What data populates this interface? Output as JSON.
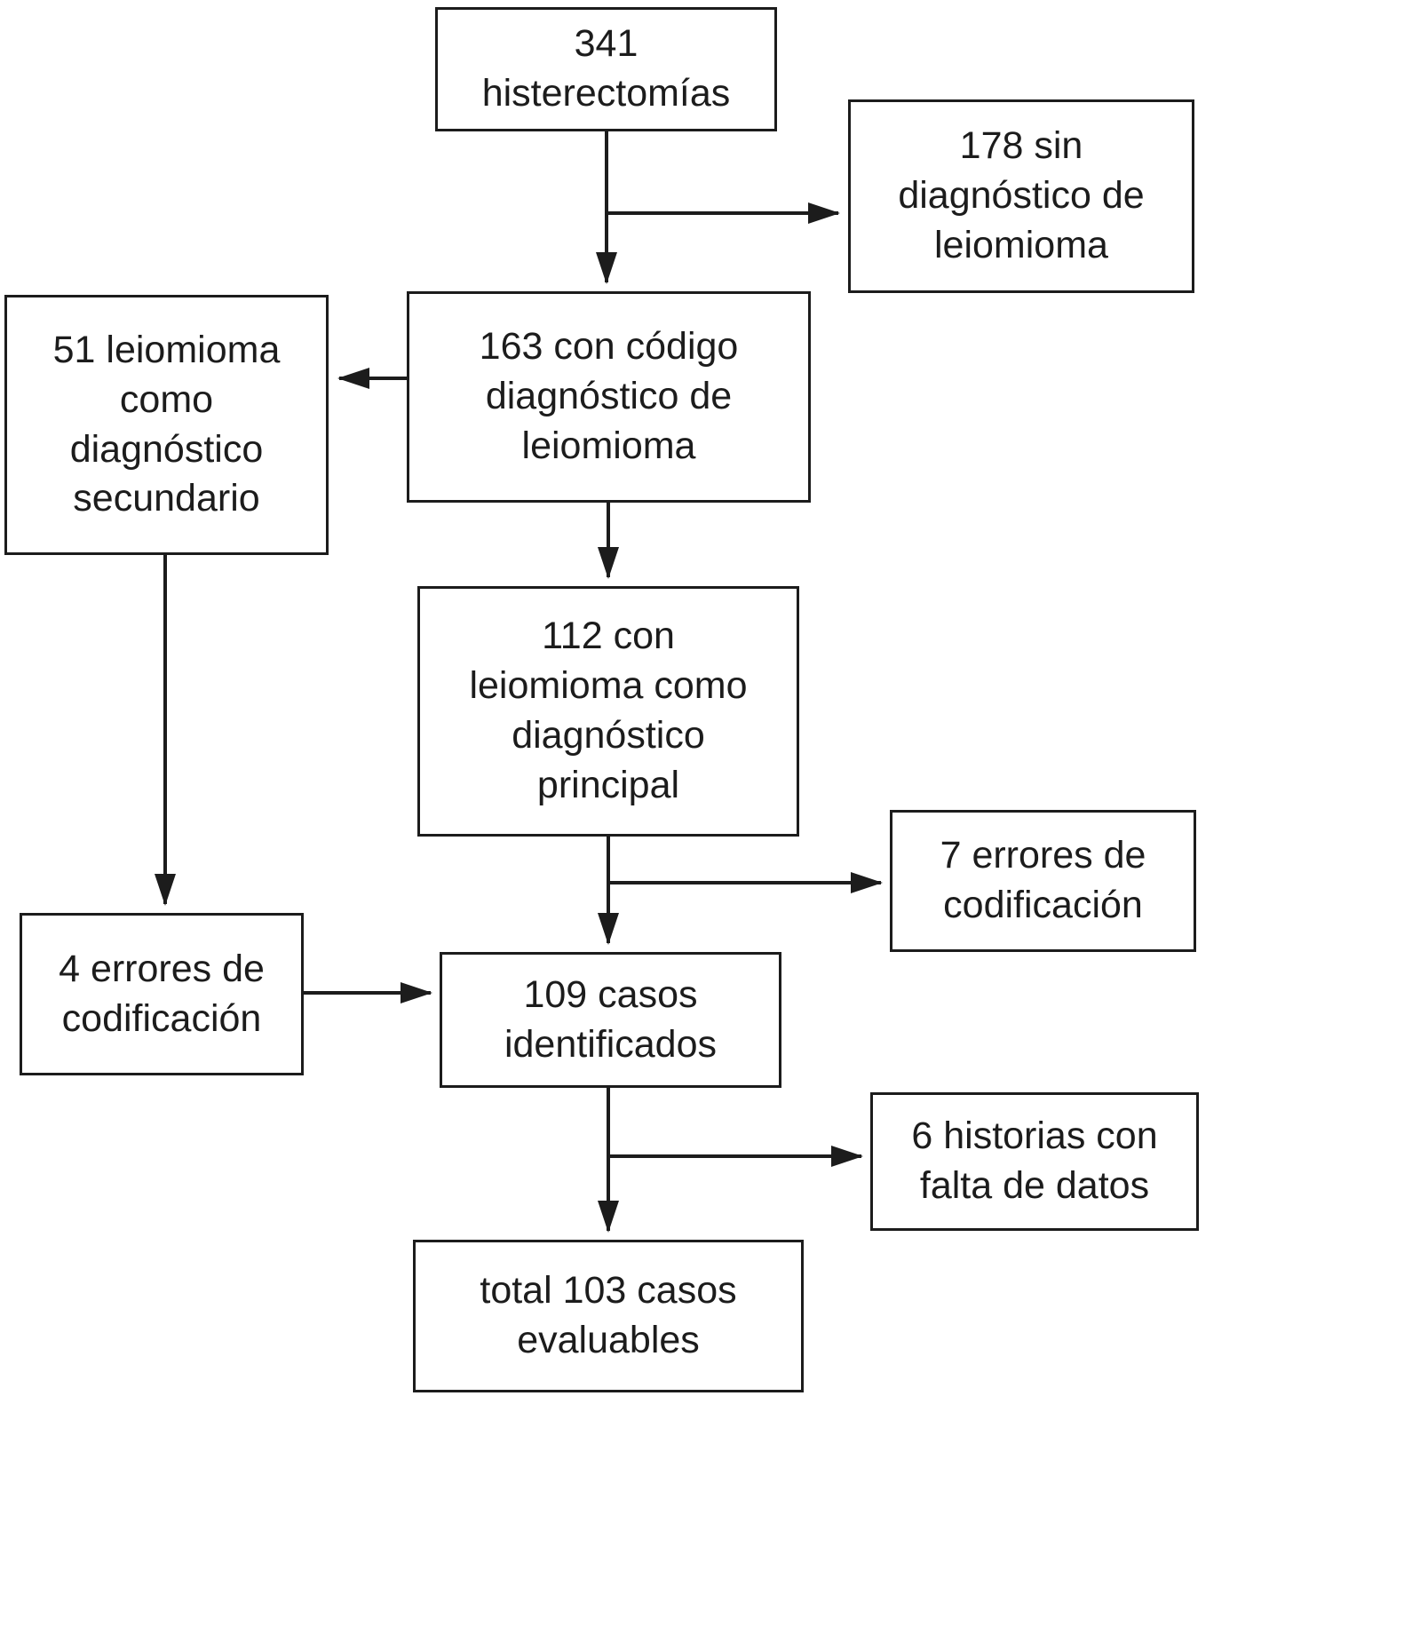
{
  "diagram": {
    "type": "flowchart",
    "language": "es",
    "colors": {
      "background": "#ffffff",
      "border": "#1c1c1c",
      "text": "#1c1c1c",
      "arrow": "#1c1c1c"
    },
    "boxes": {
      "histerectomias": {
        "label": "341\nhisterectomías"
      },
      "sin_diagnostico": {
        "label": "178 sin\ndiagnóstico de\nleiomioma"
      },
      "con_codigo": {
        "label": "163 con código\ndiagnóstico de\nleiomioma"
      },
      "diagnostico_secundario": {
        "label": "51 leiomioma\ncomo\ndiagnóstico\nsecundario"
      },
      "diagnostico_principal": {
        "label": "112 con\nleiomioma como\ndiagnóstico\nprincipal"
      },
      "errores_codificacion_7": {
        "label": "7 errores de\ncodificación"
      },
      "errores_codificacion_4": {
        "label": "4 errores de\ncodificación"
      },
      "casos_identificados": {
        "label": "109 casos\nidentificados"
      },
      "falta_de_datos": {
        "label": "6 historias con\nfalta de datos"
      },
      "total_evaluables": {
        "label": "total 103 casos\nevaluables"
      }
    }
  }
}
